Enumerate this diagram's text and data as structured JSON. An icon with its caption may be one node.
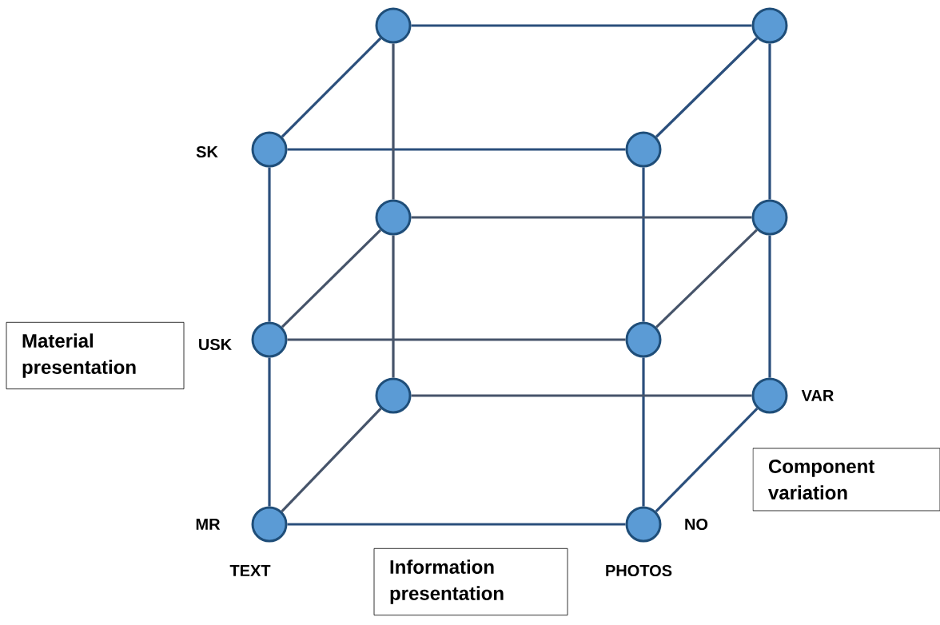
{
  "diagram": {
    "nodes": [
      {
        "text": [],
        "shape": "circle"
      },
      {
        "text": [],
        "shape": "circle"
      },
      {
        "text": [],
        "shape": "circle",
        "beside": [
          "SK"
        ]
      },
      {
        "text": [],
        "shape": "circle"
      },
      {
        "text": [],
        "shape": "circle"
      },
      {
        "text": [],
        "shape": "circle"
      },
      {
        "text": [
          "Material presentation"
        ]
      },
      {
        "text": [],
        "shape": "circle",
        "beside": [
          "USK"
        ]
      },
      {
        "text": [],
        "shape": "circle"
      },
      {
        "text": [],
        "shape": "circle"
      },
      {
        "text": [],
        "shape": "circle",
        "beside": [
          "VAR"
        ]
      },
      {
        "text": [
          "Component variation"
        ]
      },
      {
        "text": [],
        "shape": "circle",
        "beside": [
          "MR"
        ]
      },
      {
        "text": [],
        "shape": "circle",
        "beside": [
          "NO"
        ]
      },
      {
        "text": [
          "Information presentation"
        ]
      }
    ],
    "edges": [
      {
        "from": 0,
        "to": 1,
        "arrow": "none"
      },
      {
        "from": 0,
        "to": 2,
        "arrow": "none"
      },
      {
        "from": 1,
        "to": 3,
        "arrow": "none"
      },
      {
        "from": 2,
        "to": 3,
        "arrow": "none"
      },
      {
        "from": 0,
        "to": 4,
        "arrow": "none",
        "color": "#46546a"
      },
      {
        "from": 4,
        "to": 9,
        "arrow": "none",
        "color": "#46546a"
      },
      {
        "from": 1,
        "to": 5,
        "arrow": "none"
      },
      {
        "from": 5,
        "to": 10,
        "arrow": "none"
      },
      {
        "from": 2,
        "to": 7,
        "arrow": "none"
      },
      {
        "from": 7,
        "to": 12,
        "arrow": "none"
      },
      {
        "from": 3,
        "to": 8,
        "arrow": "none"
      },
      {
        "from": 8,
        "to": 13,
        "arrow": "none"
      },
      {
        "from": 4,
        "to": 5,
        "arrow": "none",
        "color": "#46546a"
      },
      {
        "from": 7,
        "to": 8,
        "arrow": "none",
        "color": "#46546a"
      },
      {
        "from": 9,
        "to": 10,
        "arrow": "none",
        "color": "#46546a"
      },
      {
        "from": 7,
        "to": 4,
        "arrow": "none",
        "color": "#46546a"
      },
      {
        "from": 8,
        "to": 5,
        "arrow": "none",
        "color": "#46546a"
      },
      {
        "from": 12,
        "to": 9,
        "arrow": "none",
        "color": "#46546a"
      },
      {
        "from": 13,
        "to": 10,
        "arrow": "none"
      },
      {
        "from": 12,
        "to": 13,
        "arrow": "none"
      }
    ],
    "labels": [
      "TEXT",
      "PHOTOS"
    ]
  }
}
